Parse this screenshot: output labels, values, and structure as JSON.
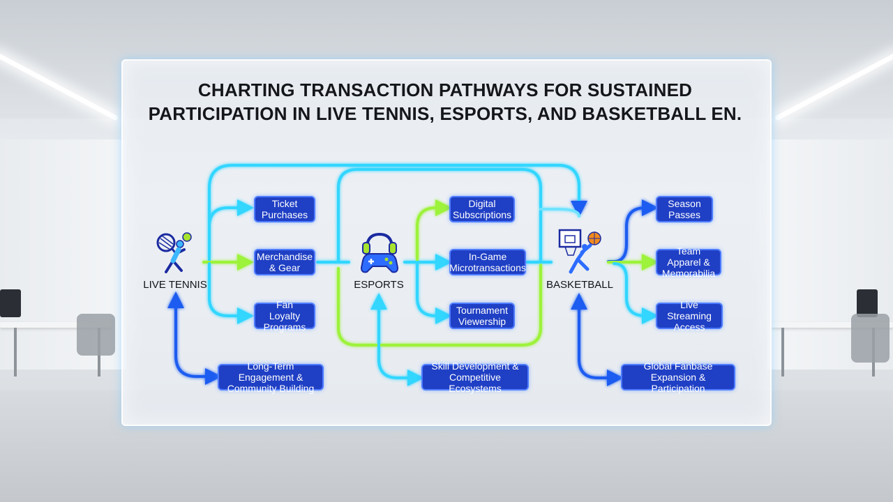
{
  "title": {
    "line1": "CHARTING TRANSACTION PATHWAYS FOR SUSTAINED",
    "line2": "PARTICIPATION IN LIVE TENNIS, ESPORTS, AND BASKETBALL EN."
  },
  "hubs": {
    "tennis": "LIVE TENNIS",
    "esports": "ESPORTS",
    "basketball": "BASKETBALL"
  },
  "tennis_nodes": {
    "ticket": "Ticket Purchases",
    "merch": "Merchandise & Gear",
    "loyalty": "Fan Loyalty Programs",
    "engagement": "Long-Term Engagement & Community Building"
  },
  "esports_nodes": {
    "digital": "Digital Subscriptions",
    "ingame": "In-Game Microtransactions",
    "tournament": "Tournament Viewership",
    "skill": "Skill Development & Competitive Ecosystems"
  },
  "basketball_nodes": {
    "season": "Season Passes",
    "apparel": "Team Apparel & Memorabilia",
    "streaming": "Live Streaming Access",
    "global": "Global Fanbase Expansion & Participation"
  },
  "colors": {
    "node_fill": "#1f3fc4",
    "cyan_flow": "#33d6ff",
    "green_flow": "#9df23a",
    "blue_flow": "#1e5cf0"
  },
  "icons": [
    "tennis-player-icon",
    "game-controller-icon",
    "basketball-hoop-icon"
  ]
}
